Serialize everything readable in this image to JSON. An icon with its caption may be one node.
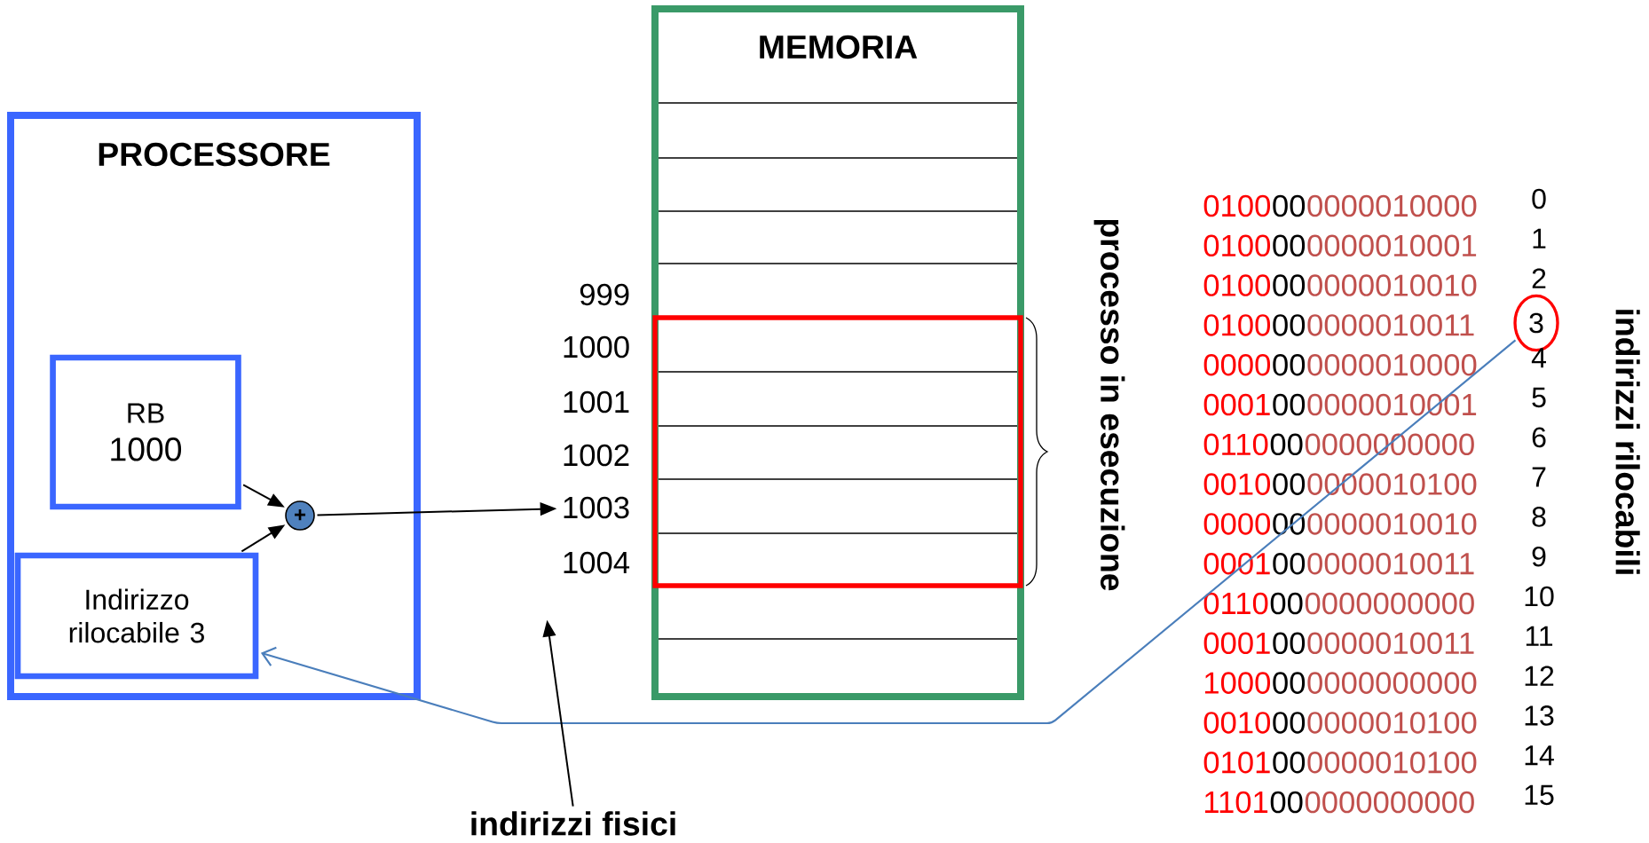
{
  "diagram": {
    "nodes": [
      {
        "text": [
          "PROCESSORE"
        ]
      },
      {
        "text": [
          "RB",
          "1000"
        ],
        "in": 0
      },
      {
        "text": [
          "Indirizzo rilocabile 3"
        ],
        "in": 0
      },
      {
        "text": [
          "+"
        ],
        "in": 0
      },
      {
        "text": [
          "MEMORIA"
        ]
      },
      {
        "text": [
          "1003"
        ]
      },
      {
        "text": [
          "indirizzi fisici"
        ]
      },
      {
        "text": [
          "3"
        ]
      }
    ],
    "edges": [
      {
        "from": 1,
        "to": 3,
        "arrow": "to"
      },
      {
        "from": 2,
        "to": 3,
        "arrow": "to"
      },
      {
        "from": 3,
        "to": 5,
        "arrow": "to"
      },
      {
        "from": 7,
        "to": 2,
        "arrow": "to",
        "color": "#4a7ebb"
      },
      {
        "from": 6,
        "to": null,
        "arrow": "to"
      }
    ],
    "labels": [
      "999",
      "1000",
      "1001",
      "1002",
      "1004",
      "processo in esecuzione",
      "0100",
      "00",
      "0000010000",
      "0",
      "0100",
      "00",
      "0000010001",
      "1",
      "0100",
      "00",
      "0000010010",
      "2",
      "0100",
      "00",
      "0000010011",
      "0000",
      "00",
      "0000010000",
      "4",
      "0001",
      "00",
      "0000010001",
      "5",
      "0110",
      "00",
      "0000000000",
      "6",
      "0010",
      "00",
      "0000010100",
      "7",
      "0000",
      "00",
      "0000010010",
      "8",
      "0001",
      "00",
      "0000010011",
      "9",
      "0110",
      "00",
      "0000000000",
      "10",
      "0001",
      "00",
      "0000010011",
      "11",
      "1000",
      "00",
      "0000000000",
      "12",
      "0010",
      "00",
      "0000010100",
      "13",
      "0101",
      "00",
      "0000010100",
      "14",
      "1101",
      "00",
      "0000000000",
      "15",
      "indirizzi rilocabili"
    ]
  }
}
